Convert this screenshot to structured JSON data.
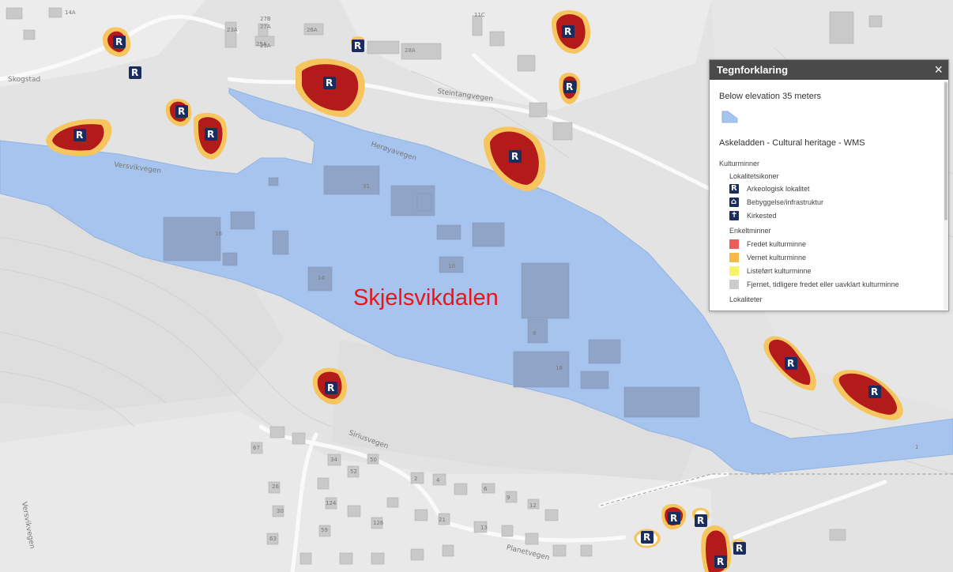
{
  "map": {
    "area_label": "Skjelsvikdalen",
    "road_labels": [
      "Herøyavegen",
      "Versvikvegen",
      "Steintangvegen",
      "Skogstad",
      "Siriusvegen",
      "Planetvegen",
      "Versvikvegen"
    ],
    "address_numbers": [
      "14A",
      "21A",
      "23A",
      "25A",
      "26A",
      "28A",
      "27B",
      "27A",
      "11C",
      "31",
      "10",
      "14",
      "16",
      "18",
      "8",
      "9",
      "12",
      "21",
      "4",
      "6",
      "2",
      "13",
      "26",
      "30",
      "34",
      "50",
      "52",
      "63",
      "67",
      "124",
      "126",
      "59",
      "1"
    ],
    "marker_symbol": "R",
    "colors": {
      "water": "#a6c4ee",
      "site_fill": "#b31b1b",
      "site_buffer": "#f6c55e",
      "marker": "#1b2d5c",
      "label": "#e8161b"
    }
  },
  "legend": {
    "title": "Tegnforklaring",
    "close": "×",
    "layer1_title": "Below elevation 35 meters",
    "layer2_title": "Askeladden - Cultural heritage - WMS",
    "group_kulturminner": "Kulturminner",
    "group_lokalitetsikoner": "Lokalitetsikoner",
    "icons": [
      {
        "label": "Arkeologisk lokalitet",
        "glyph": "R"
      },
      {
        "label": "Bebyggelse/infrastruktur",
        "glyph": "⌂"
      },
      {
        "label": "Kirkested",
        "glyph": "✝"
      }
    ],
    "group_enkeltminner": "Enkeltminner",
    "swatches": [
      {
        "label": "Fredet kulturminne",
        "color": "#ec5d5d"
      },
      {
        "label": "Vernet kulturminne",
        "color": "#f5b94a"
      },
      {
        "label": "Listeført kulturminne",
        "color": "#f7f26a"
      },
      {
        "label": "Fjernet, tidligere fredet eller uavklart kulturminne",
        "color": "#cccccc"
      }
    ],
    "group_lokaliteter": "Lokaliteter"
  }
}
